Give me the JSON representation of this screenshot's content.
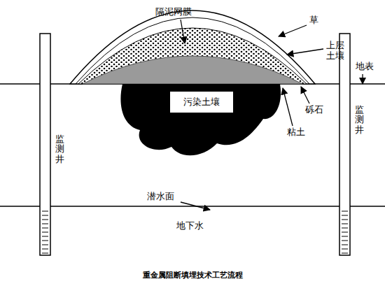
{
  "diagram": {
    "caption": "重金属阻断填埋技术工艺流程",
    "nodes": [
      {
        "text": [
          "污染土壤"
        ]
      }
    ],
    "labels": [
      "隔泥网膜",
      "草",
      "上层土壤",
      "地表",
      "砾石",
      "粘土",
      "监测井",
      "监测井",
      "潜水面",
      "地下水"
    ]
  }
}
